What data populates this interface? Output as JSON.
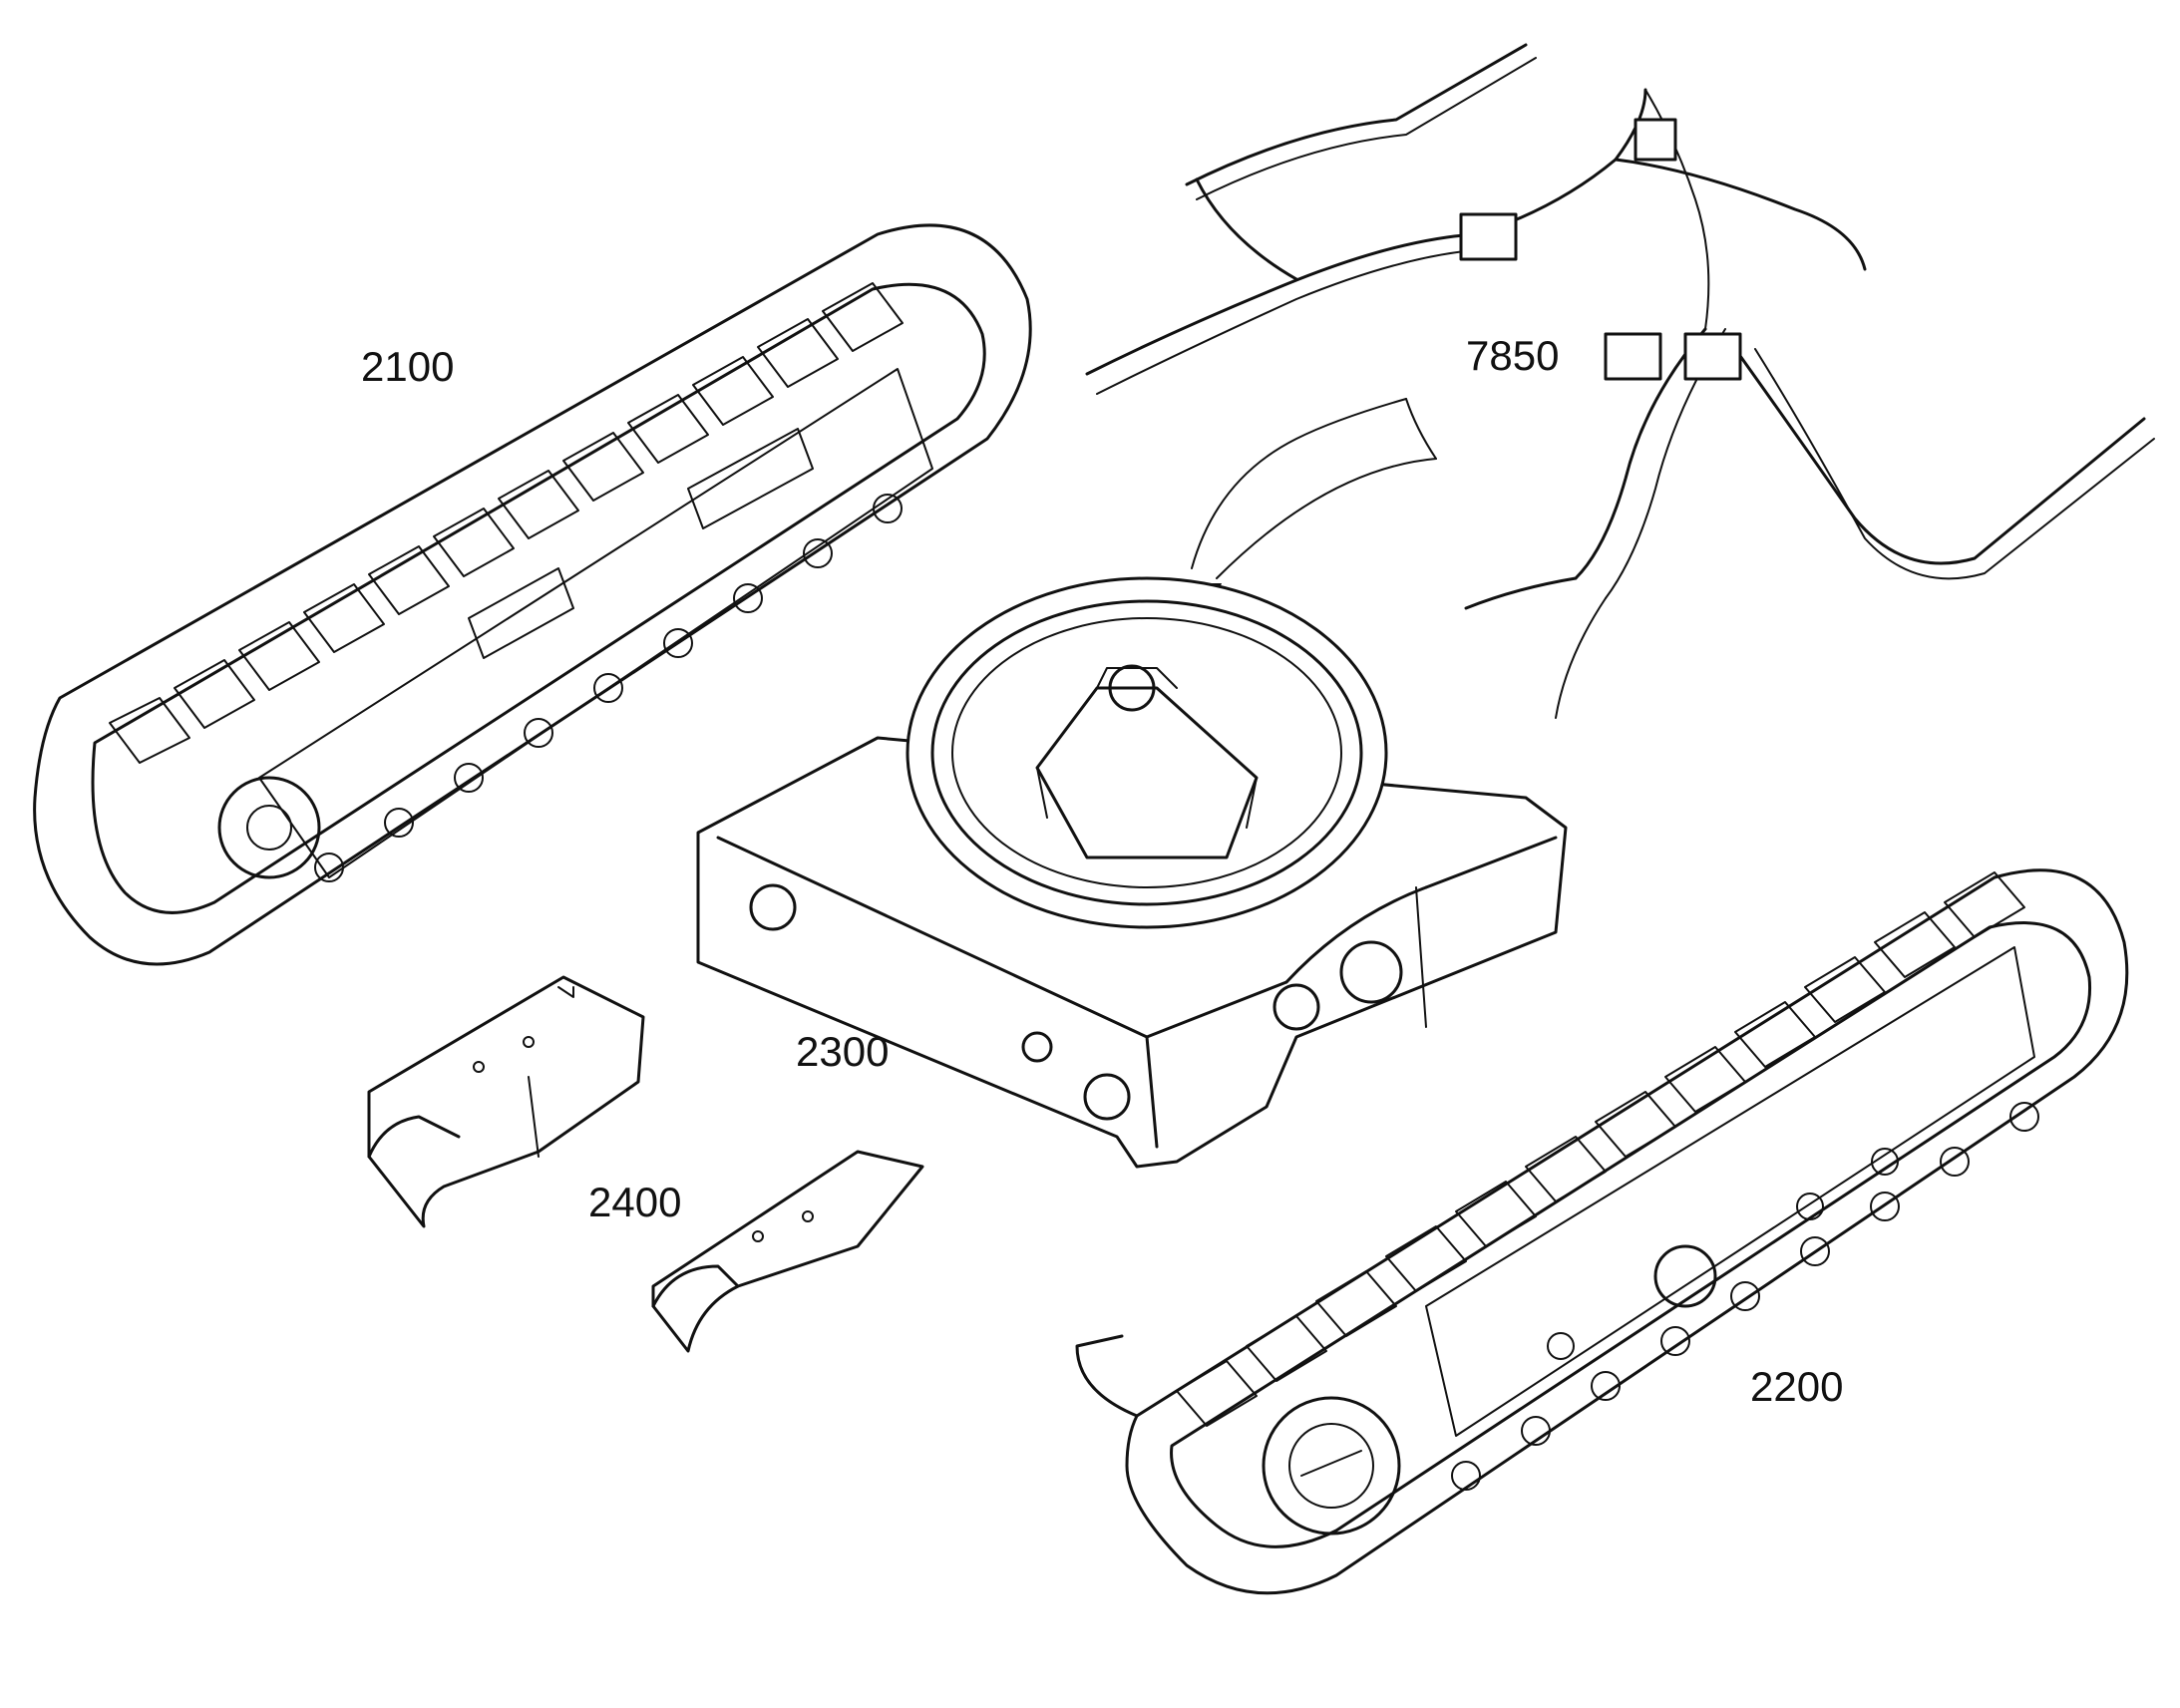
{
  "callouts": [
    {
      "id": "2100",
      "text": "2100"
    },
    {
      "id": "7850",
      "text": "7850"
    },
    {
      "id": "2300",
      "text": "2300"
    },
    {
      "id": "2400",
      "text": "2400"
    },
    {
      "id": "2200",
      "text": "2200"
    }
  ],
  "parts": [
    {
      "id": "2100",
      "kind": "track-assembly-left",
      "icon": "crawler-track-icon"
    },
    {
      "id": "2200",
      "kind": "track-assembly-right",
      "icon": "crawler-track-icon"
    },
    {
      "id": "2300",
      "kind": "center-frame-with-slewing-ring",
      "icon": "frame-icon"
    },
    {
      "id": "2400",
      "kind": "cover-plates",
      "icon": "cover-plate-icon"
    },
    {
      "id": "7850",
      "kind": "hydraulic-hose-harness",
      "icon": "hose-harness-icon"
    }
  ],
  "colors": {
    "line": "#111111",
    "background": "#ffffff"
  }
}
